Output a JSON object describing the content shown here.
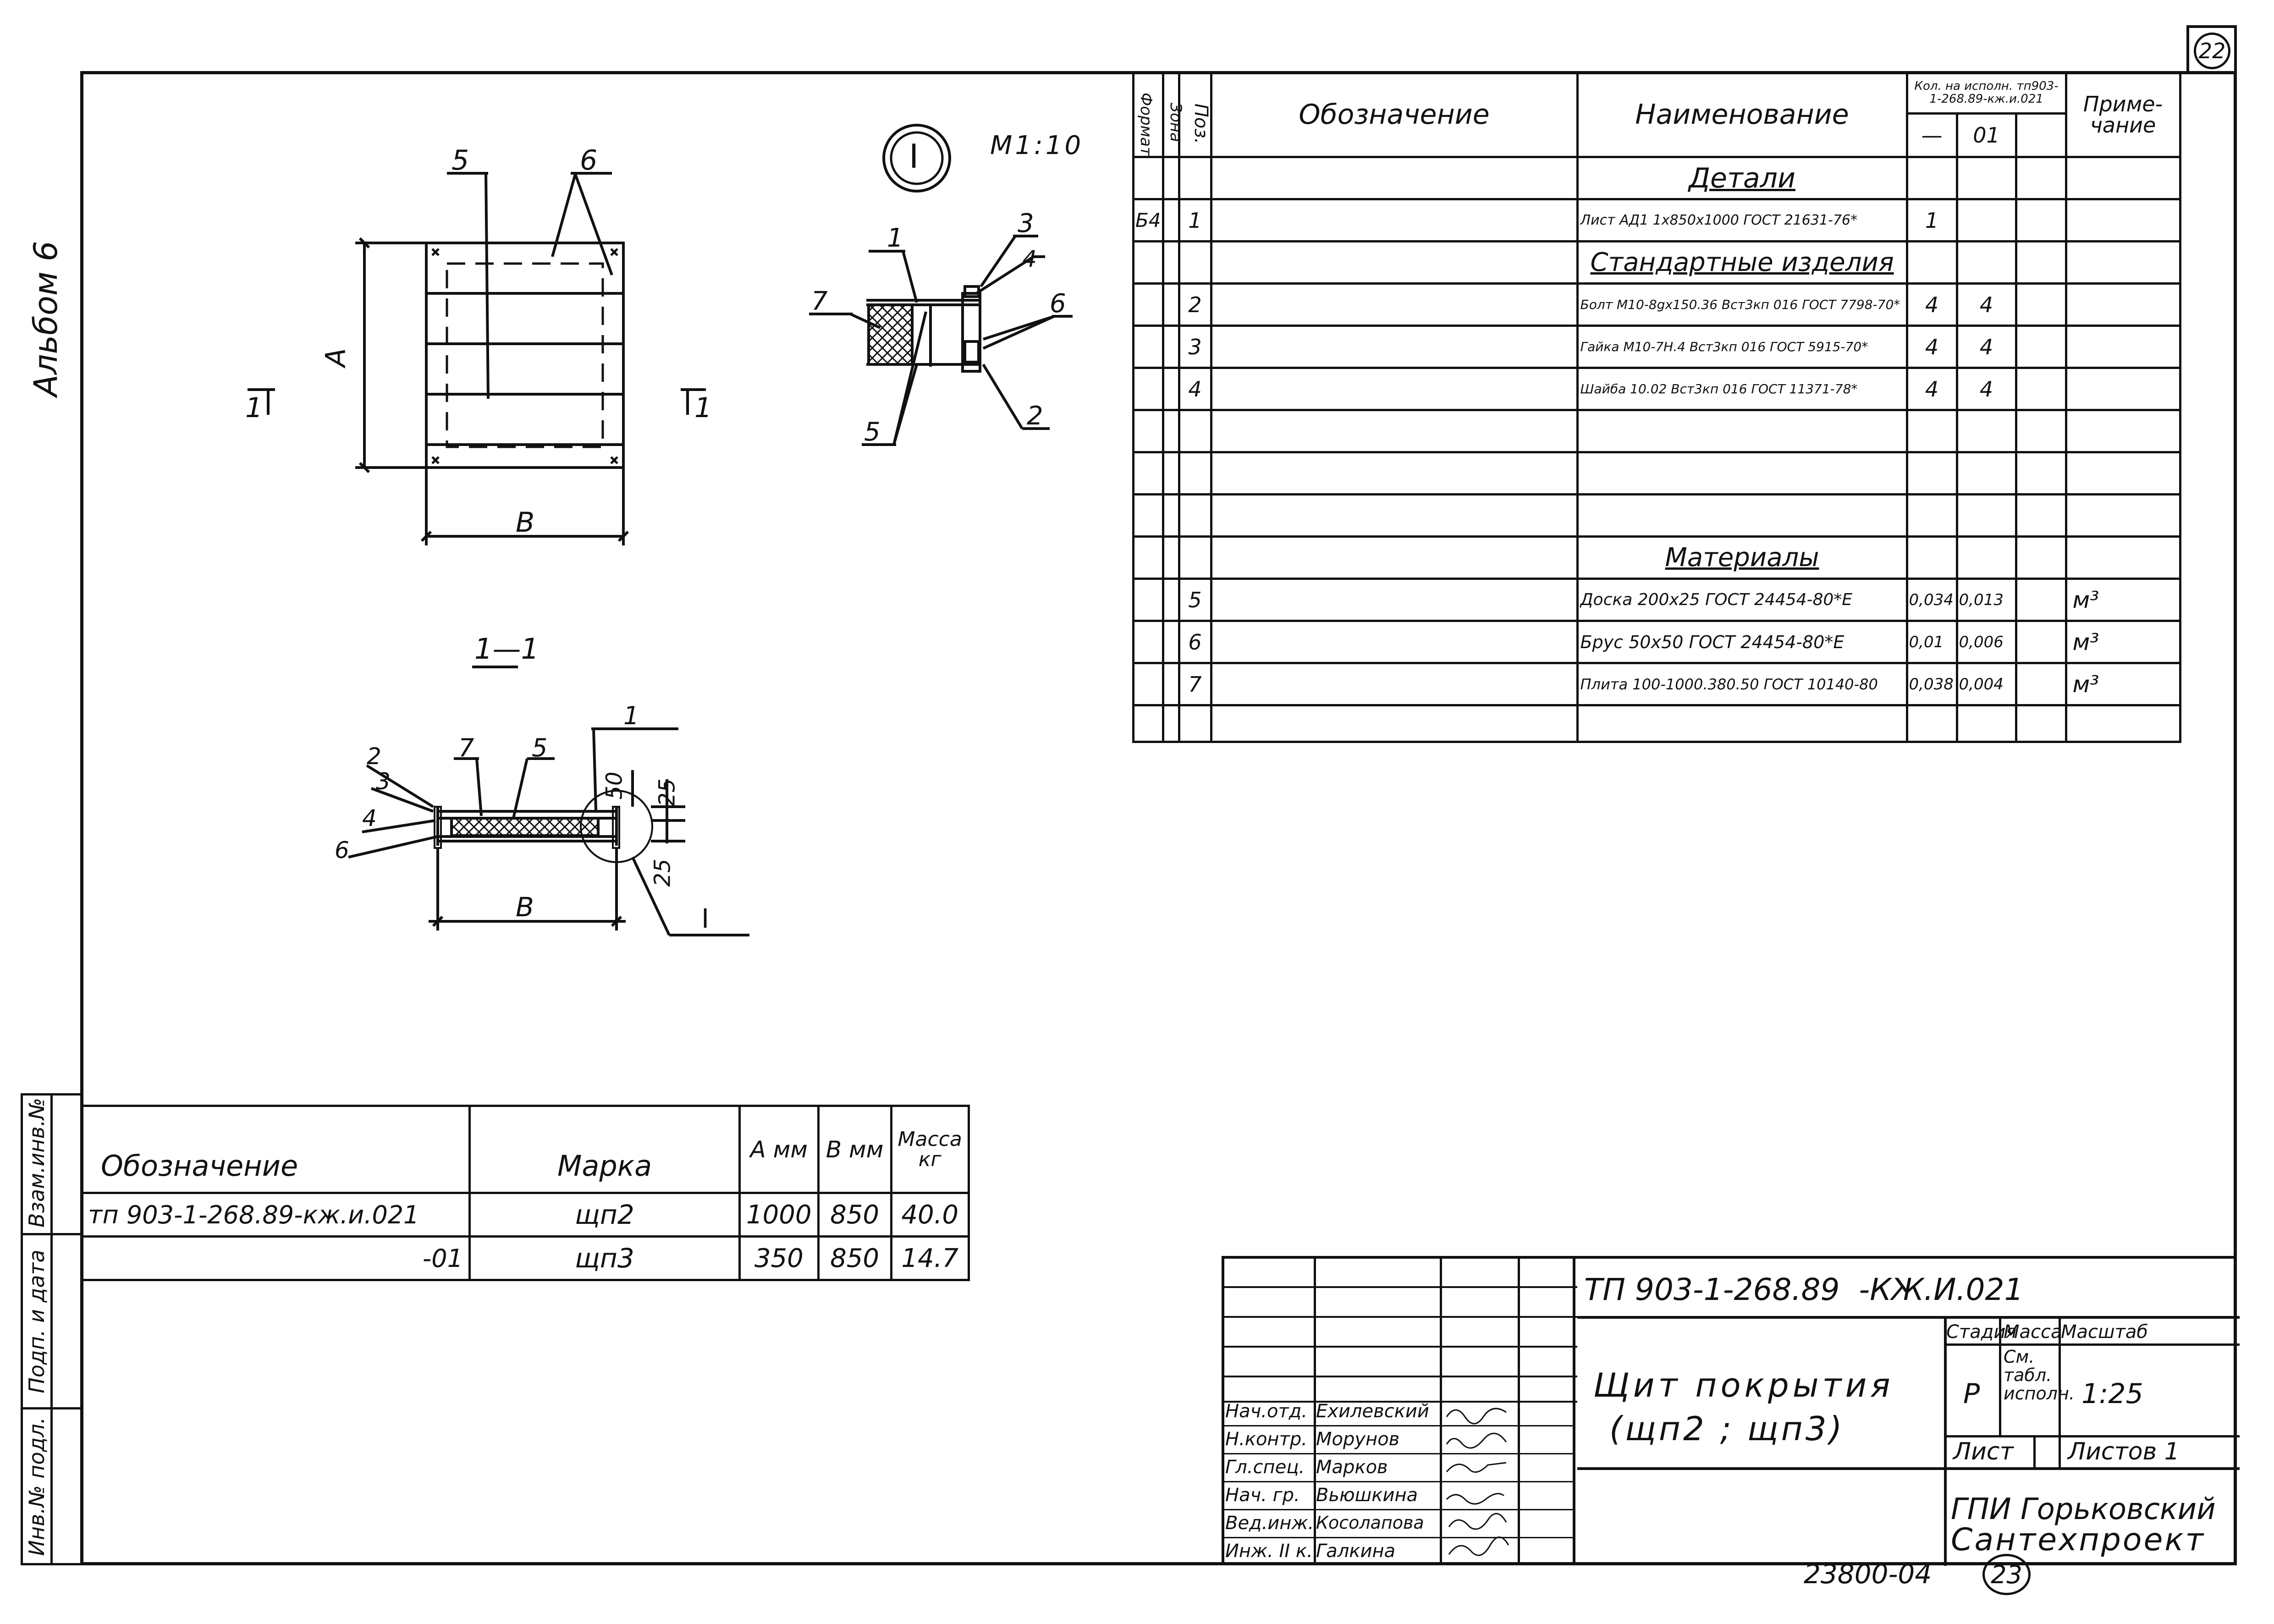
{
  "page": {
    "sheet_number_top": "22",
    "sheet_number_bottom": "23",
    "album_label": "Альбом 6",
    "bottom_code": "23800-04"
  },
  "drawing": {
    "detail_marker": "I",
    "detail_scale": "M1:10",
    "plan": {
      "dim_a": "A",
      "dim_b": "B",
      "leader_5": "5",
      "leader_6": "6",
      "cut_left": "1",
      "cut_right": "1"
    },
    "detail": {
      "l1": "1",
      "l2": "2",
      "l3": "3",
      "l4": "4",
      "l5": "5",
      "l6": "6",
      "l7": "7"
    },
    "section": {
      "title": "1—1",
      "l1": "1",
      "l2": "2",
      "l3": "3",
      "l4": "4",
      "l5": "5",
      "l6": "6",
      "l7": "7",
      "dim_50": "50",
      "dim_25a": "25",
      "dim_25b": "25",
      "dim_b": "B",
      "detail_ref": "I"
    }
  },
  "left_margin_stamp": {
    "cells": [
      "Взам.инв.№",
      "Подп. и дата",
      "Инв.№ подл."
    ]
  },
  "variants_table": {
    "headers": [
      "Обозначение",
      "Марка",
      "A мм",
      "B мм",
      "Масса кг"
    ],
    "rows": [
      [
        "тп 903-1-268.89-кж.и.021",
        "щп2",
        "1000",
        "850",
        "40.0"
      ],
      [
        "-01",
        "щп3",
        "350",
        "850",
        "14.7"
      ]
    ]
  },
  "spec_table": {
    "headers": {
      "format": "Формат",
      "zone": "Зона",
      "pos": "Поз.",
      "designation": "Обозначение",
      "name": "Наименование",
      "qty": "Кол. на исполн. тп903-1-268.89-кж.и.021",
      "qty_sub_1": "—",
      "qty_sub_2": "01",
      "note": "Приме- чание"
    },
    "rows": [
      {
        "format": "",
        "pos": "",
        "name": "Детали",
        "q1": "",
        "q2": "",
        "note": "",
        "section": true
      },
      {
        "format": "Б4",
        "pos": "1",
        "name": "Лист АД1 1х850х1000 ГОСТ 21631-76*",
        "q1": "1",
        "q2": "",
        "note": ""
      },
      {
        "format": "",
        "pos": "",
        "name": "Стандартные изделия",
        "q1": "",
        "q2": "",
        "note": "",
        "section": true
      },
      {
        "format": "",
        "pos": "2",
        "name": "Болт М10-8gх150.36 Вст3кп 016 ГОСТ 7798-70*",
        "q1": "4",
        "q2": "4",
        "note": ""
      },
      {
        "format": "",
        "pos": "3",
        "name": "Гайка М10-7Н.4 Вст3кп 016 ГОСТ 5915-70*",
        "q1": "4",
        "q2": "4",
        "note": ""
      },
      {
        "format": "",
        "pos": "4",
        "name": "Шайба 10.02 Вст3кп 016 ГОСТ 11371-78*",
        "q1": "4",
        "q2": "4",
        "note": ""
      },
      {
        "format": "",
        "pos": "",
        "name": "",
        "q1": "",
        "q2": "",
        "note": ""
      },
      {
        "format": "",
        "pos": "",
        "name": "",
        "q1": "",
        "q2": "",
        "note": ""
      },
      {
        "format": "",
        "pos": "",
        "name": "",
        "q1": "",
        "q2": "",
        "note": ""
      },
      {
        "format": "",
        "pos": "",
        "name": "Материалы",
        "q1": "",
        "q2": "",
        "note": "",
        "section": true
      },
      {
        "format": "",
        "pos": "5",
        "name": "Доска 200х25 ГОСТ 24454-80*Е",
        "q1": "0,034",
        "q2": "0,013",
        "note": "м³"
      },
      {
        "format": "",
        "pos": "6",
        "name": "Брус 50х50 ГОСТ 24454-80*Е",
        "q1": "0,01",
        "q2": "0,006",
        "note": "м³"
      },
      {
        "format": "",
        "pos": "7",
        "name": "Плита 100-1000.380.50 ГОСТ 10140-80",
        "q1": "0,038",
        "q2": "0,004",
        "note": "м³"
      },
      {
        "format": "",
        "pos": "",
        "name": "",
        "q1": "",
        "q2": "",
        "note": ""
      }
    ]
  },
  "title_block": {
    "code": "ТП 903-1-268.89  -КЖ.И.021",
    "title_line1": "Щит покрытия",
    "title_line2": "(щп2 ; щп3)",
    "stage_label": "Стадия",
    "mass_label": "Масса",
    "scale_label": "Масштаб",
    "stage_value": "Р",
    "mass_value": "См. табл. исполн.",
    "scale_value": "1:25",
    "sheet_label": "Лист",
    "sheets_label": "Листов 1",
    "org_line1": "ГПИ Горьковский",
    "org_line2": "Сантехпроект",
    "signatures": [
      {
        "role": "Нач.отд.",
        "name": "Ехилевский"
      },
      {
        "role": "Н.контр.",
        "name": "Морунов"
      },
      {
        "role": "Гл.спец.",
        "name": "Марков"
      },
      {
        "role": "Нач. гр.",
        "name": "Вьюшкина"
      },
      {
        "role": "Вед.инж.",
        "name": "Косолапова"
      },
      {
        "role": "Инж. II к.",
        "name": "Галкина"
      }
    ]
  }
}
